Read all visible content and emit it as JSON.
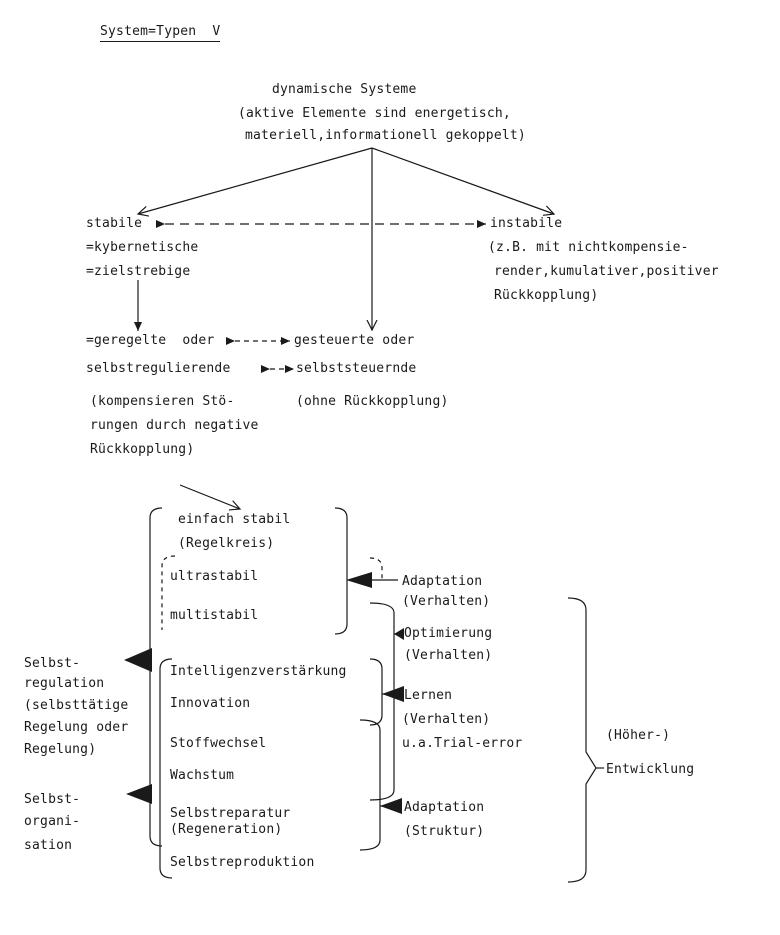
{
  "title": "System=Typen  V",
  "root": {
    "l1": "dynamische Systeme",
    "l2": "(aktive Elemente sind energetisch,",
    "l3": "materiell,informationell gekoppelt)"
  },
  "stable": {
    "l1": "stabile",
    "l2": "=kybernetische",
    "l3": "=zielstrebige"
  },
  "unstable": {
    "l1": "instabile",
    "l2": "(z.B. mit nichtkompensie-",
    "l3": "render,kumulativer,positiver",
    "l4": "Rückkopplung)"
  },
  "regulated": {
    "l1": "=geregelte  oder",
    "l2": "selbstregulierende"
  },
  "controlled": {
    "l1": "gesteuerte oder",
    "l2": "selbststeuernde"
  },
  "compensate": {
    "l1": "(kompensieren Stö-",
    "l2": "rungen durch negative",
    "l3": "Rückkopplung)"
  },
  "no_feedback": "(ohne Rückkopplung)",
  "levels": {
    "einfach": "einfach stabil",
    "regelkreis": "(Regelkreis)",
    "ultra": "ultrastabil",
    "multi": "multistabil",
    "intelligenz": "Intelligenzverstärkung",
    "innovation": "Innovation",
    "stoffwechsel": "Stoffwechsel",
    "wachstum": "Wachstum",
    "reparatur": "Selbstreparatur",
    "regeneration": "(Regeneration)",
    "reproduktion": "Selbstreproduktion"
  },
  "left": {
    "regulation": [
      "Selbst-",
      "regulation",
      "(selbsttätige",
      "Regelung oder",
      "Regelung)"
    ],
    "organisation": [
      "Selbst-",
      "organi-",
      "sation"
    ]
  },
  "right": {
    "adapt1": [
      "Adaptation",
      "(Verhalten)"
    ],
    "optim": [
      "Optimierung",
      "(Verhalten)"
    ],
    "lernen": [
      "Lernen",
      "(Verhalten)",
      "u.a.Trial-error"
    ],
    "adapt2": [
      "Adaptation",
      "(Struktur)"
    ],
    "entwicklung": [
      "(Höher-)",
      "Entwicklung"
    ]
  },
  "colors": {
    "ink": "#1a1a1a",
    "paper": "#ffffff"
  }
}
